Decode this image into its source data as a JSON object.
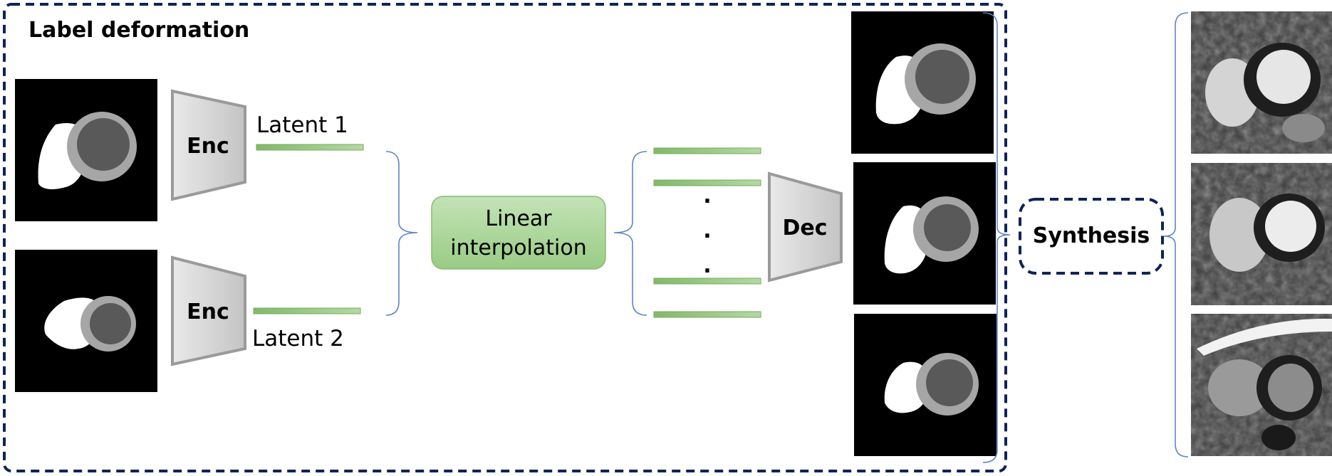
{
  "diagram": {
    "group_title": "Label deformation",
    "encoder_label": "Enc",
    "decoder_label": "Dec",
    "latent1_label": "Latent 1",
    "latent2_label": "Latent 2",
    "interp_label_line1": "Linear",
    "interp_label_line2": "interpolation",
    "synthesis_label": "Synthesis",
    "dots": ".",
    "colors": {
      "frame": "#0f2357",
      "latent_bar": "#8ec07a",
      "interp_fill": "#a9d59b",
      "trapezoid_fill": "#cfcfcf",
      "trapezoid_stroke": "#9a9a9a",
      "brace": "#5b86c8",
      "mask_bg": "#000000",
      "myo_gray": "#a6a6a6",
      "lv_gray": "#595959",
      "rv_white": "#ffffff"
    }
  }
}
